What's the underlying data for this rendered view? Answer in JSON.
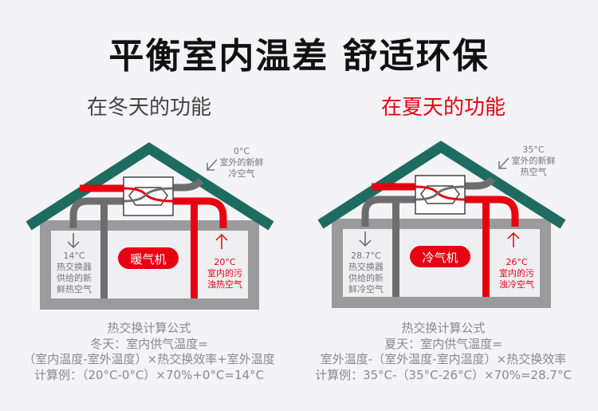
{
  "title": "平衡室内温差 舒适环保",
  "colors": {
    "roof": "#1e6b60",
    "wall": "#9b9b9b",
    "red": "#e60012",
    "gray_pipe": "#6d6d6d",
    "background": "#f4f4f6"
  },
  "winter": {
    "heading": "在冬天的功能",
    "device": "暖气机",
    "outdoor": {
      "temp": "0°C",
      "line1": "室外的新鲜",
      "line2": "冷空气"
    },
    "supply": {
      "temp": "14°C",
      "line1": "热交换器",
      "line2": "供给的新",
      "line3": "鲜热空气"
    },
    "exhaust": {
      "temp": "20°C",
      "line1": "室内的污",
      "line2": "浊热空气"
    },
    "formula": {
      "title": "热交换计算公式",
      "line1": "冬天：室内供气温度=",
      "line2": "（室内温度-室外温度）×热交换效率+室外温度",
      "line3": "计算例：（20°C-0°C）×70%+0°C=14°C"
    }
  },
  "summer": {
    "heading": "在夏天的功能",
    "device": "冷气机",
    "outdoor": {
      "temp": "35°C",
      "line1": "室外的新鲜",
      "line2": "热空气"
    },
    "supply": {
      "temp": "28.7°C",
      "line1": "热交换器",
      "line2": "供给的新",
      "line3": "鲜冷空气"
    },
    "exhaust": {
      "temp": "26°C",
      "line1": "室内的污",
      "line2": "浊冷空气"
    },
    "formula": {
      "title": "热交换计算公式",
      "line1": "夏天：室内供气温度=",
      "line2": "室外温度-（室外温度-室内温度）×热交换效率",
      "line3": "计算例：35°C-（35°C-26°C）×70%=28.7°C"
    }
  }
}
